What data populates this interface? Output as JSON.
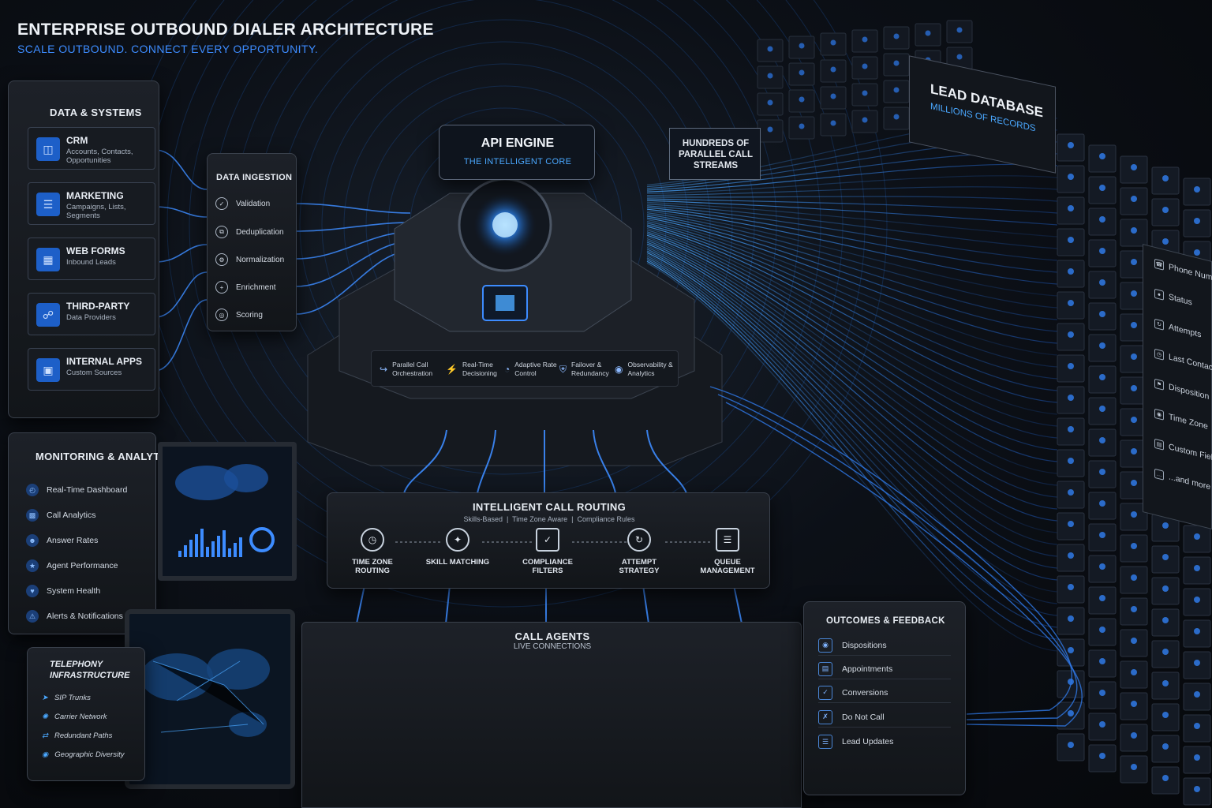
{
  "header": {
    "title": "ENTERPRISE OUTBOUND DIALER ARCHITECTURE",
    "subtitle": "SCALE OUTBOUND. CONNECT EVERY OPPORTUNITY."
  },
  "colors": {
    "accent": "#3d8cff",
    "glow": "#4aa8ff",
    "panel": "#171b21",
    "background": "#07090d"
  },
  "data_systems": {
    "title": "DATA & SYSTEMS",
    "items": [
      {
        "name": "CRM",
        "desc": "Accounts, Contacts, Opportunities",
        "icon": "database-icon"
      },
      {
        "name": "MARKETING",
        "desc": "Campaigns, Lists, Segments",
        "icon": "campaign-list-icon"
      },
      {
        "name": "WEB FORMS",
        "desc": "Inbound Leads",
        "icon": "web-form-icon"
      },
      {
        "name": "THIRD-PARTY",
        "desc": "Data Providers",
        "icon": "handshake-icon"
      },
      {
        "name": "INTERNAL APPS",
        "desc": "Custom Sources",
        "icon": "app-window-icon"
      }
    ]
  },
  "data_ingestion": {
    "title": "DATA INGESTION",
    "steps": [
      {
        "label": "Validation",
        "icon": "check-circle-icon"
      },
      {
        "label": "Deduplication",
        "icon": "copy-circle-icon"
      },
      {
        "label": "Normalization",
        "icon": "gear-circle-icon"
      },
      {
        "label": "Enrichment",
        "icon": "plus-circle-icon"
      },
      {
        "label": "Scoring",
        "icon": "target-circle-icon"
      }
    ]
  },
  "api_engine": {
    "title": "API ENGINE",
    "subtitle": "THE INTELLIGENT CORE",
    "features": [
      {
        "label": "Parallel Call Orchestration",
        "icon": "branch-icon"
      },
      {
        "label": "Real-Time Decisioning",
        "icon": "lightning-icon"
      },
      {
        "label": "Adaptive Rate Control",
        "icon": "gauge-icon"
      },
      {
        "label": "Failover & Redundancy",
        "icon": "shield-icon"
      },
      {
        "label": "Observability & Analytics",
        "icon": "eye-icon"
      }
    ]
  },
  "streams_callout": {
    "text": "HUNDREDS OF PARALLEL CALL STREAMS"
  },
  "lead_database": {
    "title": "LEAD DATABASE",
    "subtitle": "MILLIONS OF RECORDS",
    "fields": [
      {
        "label": "Phone Numbers",
        "icon": "phone-icon"
      },
      {
        "label": "Status",
        "icon": "status-icon"
      },
      {
        "label": "Attempts",
        "icon": "attempts-icon"
      },
      {
        "label": "Last Contact",
        "icon": "clock-icon"
      },
      {
        "label": "Disposition",
        "icon": "tag-icon"
      },
      {
        "label": "Time Zone",
        "icon": "globe-icon"
      },
      {
        "label": "Custom Fields",
        "icon": "fields-icon"
      },
      {
        "label": "...and more",
        "icon": "more-icon"
      }
    ]
  },
  "monitoring": {
    "title": "MONITORING & ANALYTICS",
    "items": [
      {
        "label": "Real-Time Dashboard",
        "icon": "dashboard-icon"
      },
      {
        "label": "Call Analytics",
        "icon": "bar-chart-icon"
      },
      {
        "label": "Answer Rates",
        "icon": "people-icon"
      },
      {
        "label": "Agent Performance",
        "icon": "star-icon"
      },
      {
        "label": "System Health",
        "icon": "health-icon"
      },
      {
        "label": "Alerts & Notifications",
        "icon": "alert-icon"
      }
    ]
  },
  "routing": {
    "title": "INTELLIGENT CALL ROUTING",
    "subtitle": "Skills-Based  |  Time Zone Aware  |  Compliance Rules",
    "steps": [
      {
        "label": "TIME ZONE ROUTING",
        "icon": "clock-icon"
      },
      {
        "label": "SKILL MATCHING",
        "icon": "skills-icon"
      },
      {
        "label": "COMPLIANCE FILTERS",
        "icon": "clipboard-check-icon"
      },
      {
        "label": "ATTEMPT STRATEGY",
        "icon": "retry-icon"
      },
      {
        "label": "QUEUE MANAGEMENT",
        "icon": "queue-icon"
      }
    ]
  },
  "agents": {
    "title": "CALL AGENTS",
    "subtitle": "LIVE CONNECTIONS"
  },
  "telephony": {
    "title": "TELEPHONY INFRASTRUCTURE",
    "items": [
      {
        "label": "SIP Trunks",
        "icon": "sip-icon"
      },
      {
        "label": "Carrier Network",
        "icon": "network-icon"
      },
      {
        "label": "Redundant Paths",
        "icon": "paths-icon"
      },
      {
        "label": "Geographic Diversity",
        "icon": "location-icon"
      }
    ]
  },
  "outcomes": {
    "title": "OUTCOMES & FEEDBACK",
    "items": [
      {
        "label": "Dispositions",
        "icon": "disposition-icon"
      },
      {
        "label": "Appointments",
        "icon": "calendar-icon"
      },
      {
        "label": "Conversions",
        "icon": "conversion-icon"
      },
      {
        "label": "Do Not Call",
        "icon": "do-not-call-icon"
      },
      {
        "label": "Lead Updates",
        "icon": "update-icon"
      }
    ]
  }
}
